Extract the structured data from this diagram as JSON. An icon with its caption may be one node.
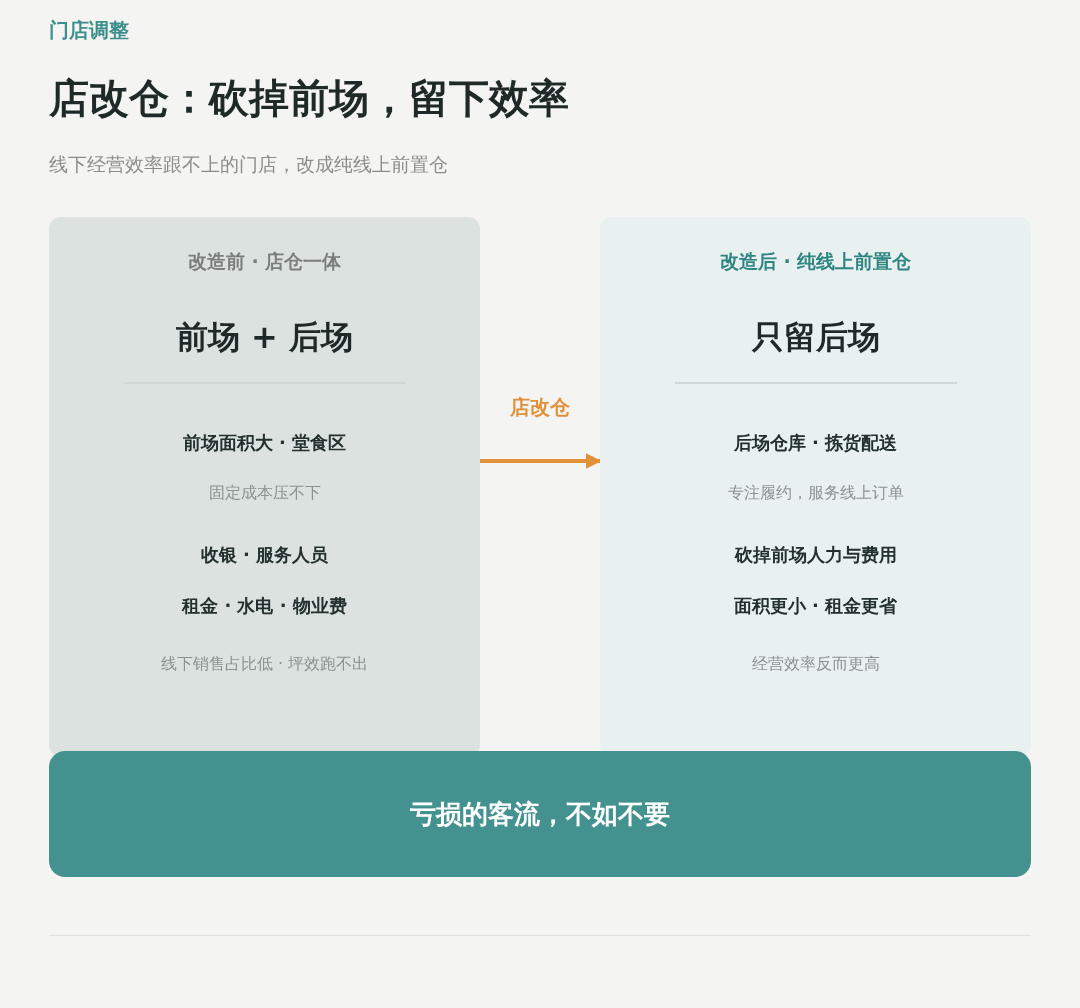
{
  "diagram": {
    "title": "店改仓：砍掉前场，留下效率",
    "nodes": [
      {
        "text": [
          "改造前 · 店仓一体",
          "前场 + 后场",
          "前场面积大 · 堂食区",
          "固定成本压不下",
          "收银 · 服务人员",
          "租金 · 水电 · 物业费",
          "线下销售占比低 · 坪效跑不出"
        ]
      },
      {
        "text": [
          "改造后 · 纯线上前置仓",
          "只留后场",
          "后场仓库 · 拣货配送",
          "专注履约，服务线上订单",
          "砍掉前场人力与费用",
          "面积更小 · 租金更省",
          "经营效率反而更高"
        ]
      },
      {
        "text": [
          "亏损的客流，不如不要"
        ]
      }
    ],
    "edges": [
      {
        "from": 0,
        "to": 1,
        "arrow": "to",
        "label": "店改仓",
        "color": "#e0913a"
      }
    ],
    "labels": [
      "门店调整",
      "线下经营效率跟不上的门店，改成纯线上前置仓"
    ]
  }
}
